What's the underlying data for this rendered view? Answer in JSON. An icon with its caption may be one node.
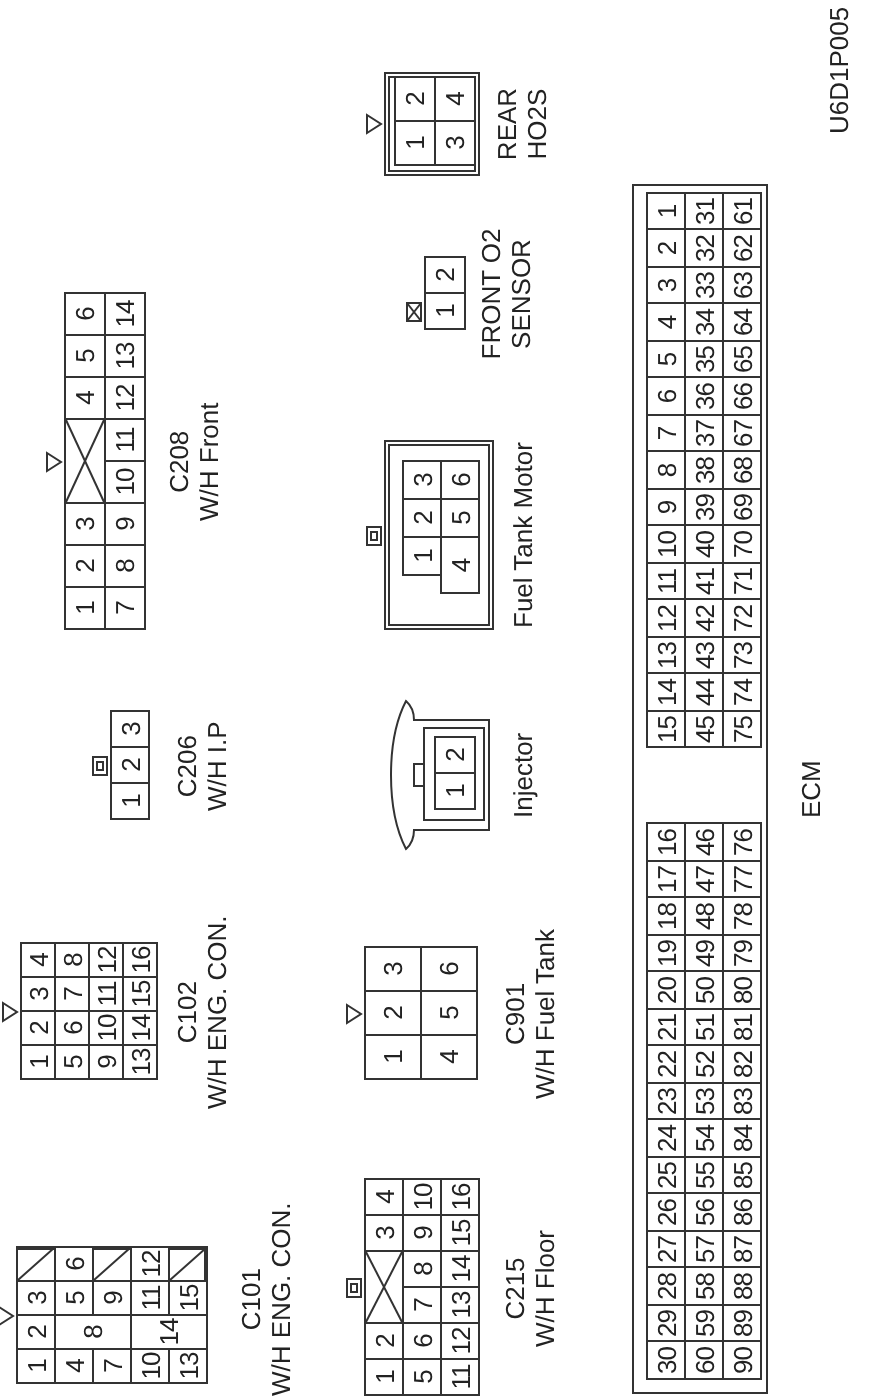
{
  "diagram": {
    "nodes": [
      {
        "text": [
          "C101",
          "W/H ENG. CON."
        ]
      },
      {
        "text": [
          "1"
        ],
        "in": 0
      },
      {
        "text": [
          "2"
        ],
        "in": 0
      },
      {
        "text": [
          "3"
        ],
        "in": 0
      },
      {
        "text": [
          "4"
        ],
        "in": 0
      },
      {
        "text": [
          "5"
        ],
        "in": 0
      },
      {
        "text": [
          "6"
        ],
        "in": 0
      },
      {
        "text": [
          "7"
        ],
        "in": 0
      },
      {
        "text": [
          "8"
        ],
        "in": 0
      },
      {
        "text": [
          "9"
        ],
        "in": 0
      },
      {
        "text": [
          "10"
        ],
        "in": 0
      },
      {
        "text": [
          "11"
        ],
        "in": 0
      },
      {
        "text": [
          "12"
        ],
        "in": 0
      },
      {
        "text": [
          "13"
        ],
        "in": 0
      },
      {
        "text": [
          "14"
        ],
        "in": 0
      },
      {
        "text": [
          "15"
        ],
        "in": 0
      },
      {
        "text": [
          "C102",
          "W/H ENG. CON."
        ]
      },
      {
        "text": [
          "1"
        ],
        "in": 16
      },
      {
        "text": [
          "2"
        ],
        "in": 16
      },
      {
        "text": [
          "3"
        ],
        "in": 16
      },
      {
        "text": [
          "4"
        ],
        "in": 16
      },
      {
        "text": [
          "5"
        ],
        "in": 16
      },
      {
        "text": [
          "6"
        ],
        "in": 16
      },
      {
        "text": [
          "7"
        ],
        "in": 16
      },
      {
        "text": [
          "8"
        ],
        "in": 16
      },
      {
        "text": [
          "9"
        ],
        "in": 16
      },
      {
        "text": [
          "10"
        ],
        "in": 16
      },
      {
        "text": [
          "11"
        ],
        "in": 16
      },
      {
        "text": [
          "12"
        ],
        "in": 16
      },
      {
        "text": [
          "13"
        ],
        "in": 16
      },
      {
        "text": [
          "14"
        ],
        "in": 16
      },
      {
        "text": [
          "15"
        ],
        "in": 16
      },
      {
        "text": [
          "16"
        ],
        "in": 16
      },
      {
        "text": [
          "C206",
          "W/H I.P"
        ]
      },
      {
        "text": [
          "1"
        ],
        "in": 33
      },
      {
        "text": [
          "2"
        ],
        "in": 33
      },
      {
        "text": [
          "3"
        ],
        "in": 33
      },
      {
        "text": [
          "C208",
          "W/H Front"
        ]
      },
      {
        "text": [
          "1"
        ],
        "in": 37
      },
      {
        "text": [
          "2"
        ],
        "in": 37
      },
      {
        "text": [
          "3"
        ],
        "in": 37
      },
      {
        "text": [
          "4"
        ],
        "in": 37
      },
      {
        "text": [
          "5"
        ],
        "in": 37
      },
      {
        "text": [
          "6"
        ],
        "in": 37
      },
      {
        "text": [
          "7"
        ],
        "in": 37
      },
      {
        "text": [
          "8"
        ],
        "in": 37
      },
      {
        "text": [
          "9"
        ],
        "in": 37
      },
      {
        "text": [
          "10"
        ],
        "in": 37
      },
      {
        "text": [
          "11"
        ],
        "in": 37
      },
      {
        "text": [
          "12"
        ],
        "in": 37
      },
      {
        "text": [
          "13"
        ],
        "in": 37
      },
      {
        "text": [
          "14"
        ],
        "in": 37
      },
      {
        "text": [
          "C215",
          "W/H Floor"
        ]
      },
      {
        "text": [
          "1"
        ],
        "in": 52
      },
      {
        "text": [
          "2"
        ],
        "in": 52
      },
      {
        "text": [
          "3"
        ],
        "in": 52
      },
      {
        "text": [
          "4"
        ],
        "in": 52
      },
      {
        "text": [
          "5"
        ],
        "in": 52
      },
      {
        "text": [
          "6"
        ],
        "in": 52
      },
      {
        "text": [
          "7"
        ],
        "in": 52
      },
      {
        "text": [
          "8"
        ],
        "in": 52
      },
      {
        "text": [
          "9"
        ],
        "in": 52
      },
      {
        "text": [
          "10"
        ],
        "in": 52
      },
      {
        "text": [
          "11"
        ],
        "in": 52
      },
      {
        "text": [
          "12"
        ],
        "in": 52
      },
      {
        "text": [
          "13"
        ],
        "in": 52
      },
      {
        "text": [
          "14"
        ],
        "in": 52
      },
      {
        "text": [
          "15"
        ],
        "in": 52
      },
      {
        "text": [
          "16"
        ],
        "in": 52
      },
      {
        "text": [
          "C901",
          "W/H Fuel Tank"
        ]
      },
      {
        "text": [
          "1"
        ],
        "in": 69
      },
      {
        "text": [
          "2"
        ],
        "in": 69
      },
      {
        "text": [
          "3"
        ],
        "in": 69
      },
      {
        "text": [
          "4"
        ],
        "in": 69
      },
      {
        "text": [
          "5"
        ],
        "in": 69
      },
      {
        "text": [
          "6"
        ],
        "in": 69
      },
      {
        "text": [
          "Injector"
        ]
      },
      {
        "text": [
          "1"
        ],
        "in": 76
      },
      {
        "text": [
          "2"
        ],
        "in": 76
      },
      {
        "text": [
          "Fuel Tank Motor"
        ]
      },
      {
        "text": [
          "1"
        ],
        "in": 79
      },
      {
        "text": [
          "2"
        ],
        "in": 79
      },
      {
        "text": [
          "3"
        ],
        "in": 79
      },
      {
        "text": [
          "4"
        ],
        "in": 79
      },
      {
        "text": [
          "5"
        ],
        "in": 79
      },
      {
        "text": [
          "6"
        ],
        "in": 79
      },
      {
        "text": [
          "FRONT O2 SENSOR"
        ]
      },
      {
        "text": [
          "1"
        ],
        "in": 86
      },
      {
        "text": [
          "2"
        ],
        "in": 86
      },
      {
        "text": [
          "REAR HO2S"
        ]
      },
      {
        "text": [
          "1"
        ],
        "in": 89
      },
      {
        "text": [
          "2"
        ],
        "in": 89
      },
      {
        "text": [
          "3"
        ],
        "in": 89
      },
      {
        "text": [
          "4"
        ],
        "in": 89
      },
      {
        "text": [
          "ECM"
        ]
      },
      {
        "text": [
          "30"
        ],
        "in": 94
      },
      {
        "text": [
          "29"
        ],
        "in": 94
      },
      {
        "text": [
          "28"
        ],
        "in": 94
      },
      {
        "text": [
          "27"
        ],
        "in": 94
      },
      {
        "text": [
          "26"
        ],
        "in": 94
      },
      {
        "text": [
          "25"
        ],
        "in": 94
      },
      {
        "text": [
          "24"
        ],
        "in": 94
      },
      {
        "text": [
          "23"
        ],
        "in": 94
      },
      {
        "text": [
          "22"
        ],
        "in": 94
      },
      {
        "text": [
          "21"
        ],
        "in": 94
      },
      {
        "text": [
          "20"
        ],
        "in": 94
      },
      {
        "text": [
          "19"
        ],
        "in": 94
      },
      {
        "text": [
          "18"
        ],
        "in": 94
      },
      {
        "text": [
          "17"
        ],
        "in": 94
      },
      {
        "text": [
          "16"
        ],
        "in": 94
      },
      {
        "text": [
          "15"
        ],
        "in": 94
      },
      {
        "text": [
          "14"
        ],
        "in": 94
      },
      {
        "text": [
          "13"
        ],
        "in": 94
      },
      {
        "text": [
          "12"
        ],
        "in": 94
      },
      {
        "text": [
          "11"
        ],
        "in": 94
      },
      {
        "text": [
          "10"
        ],
        "in": 94
      },
      {
        "text": [
          "9"
        ],
        "in": 94
      },
      {
        "text": [
          "8"
        ],
        "in": 94
      },
      {
        "text": [
          "7"
        ],
        "in": 94
      },
      {
        "text": [
          "6"
        ],
        "in": 94
      },
      {
        "text": [
          "5"
        ],
        "in": 94
      },
      {
        "text": [
          "4"
        ],
        "in": 94
      },
      {
        "text": [
          "3"
        ],
        "in": 94
      },
      {
        "text": [
          "2"
        ],
        "in": 94
      },
      {
        "text": [
          "1"
        ],
        "in": 94
      },
      {
        "text": [
          "60"
        ],
        "in": 94
      },
      {
        "text": [
          "59"
        ],
        "in": 94
      },
      {
        "text": [
          "58"
        ],
        "in": 94
      },
      {
        "text": [
          "57"
        ],
        "in": 94
      },
      {
        "text": [
          "56"
        ],
        "in": 94
      },
      {
        "text": [
          "55"
        ],
        "in": 94
      },
      {
        "text": [
          "54"
        ],
        "in": 94
      },
      {
        "text": [
          "53"
        ],
        "in": 94
      },
      {
        "text": [
          "52"
        ],
        "in": 94
      },
      {
        "text": [
          "51"
        ],
        "in": 94
      },
      {
        "text": [
          "50"
        ],
        "in": 94
      },
      {
        "text": [
          "49"
        ],
        "in": 94
      },
      {
        "text": [
          "48"
        ],
        "in": 94
      },
      {
        "text": [
          "47"
        ],
        "in": 94
      },
      {
        "text": [
          "46"
        ],
        "in": 94
      },
      {
        "text": [
          "45"
        ],
        "in": 94
      },
      {
        "text": [
          "44"
        ],
        "in": 94
      },
      {
        "text": [
          "43"
        ],
        "in": 94
      },
      {
        "text": [
          "42"
        ],
        "in": 94
      },
      {
        "text": [
          "41"
        ],
        "in": 94
      },
      {
        "text": [
          "40"
        ],
        "in": 94
      },
      {
        "text": [
          "39"
        ],
        "in": 94
      },
      {
        "text": [
          "38"
        ],
        "in": 94
      },
      {
        "text": [
          "37"
        ],
        "in": 94
      },
      {
        "text": [
          "36"
        ],
        "in": 94
      },
      {
        "text": [
          "35"
        ],
        "in": 94
      },
      {
        "text": [
          "34"
        ],
        "in": 94
      },
      {
        "text": [
          "33"
        ],
        "in": 94
      },
      {
        "text": [
          "32"
        ],
        "in": 94
      },
      {
        "text": [
          "31"
        ],
        "in": 94
      },
      {
        "text": [
          "90"
        ],
        "in": 94
      },
      {
        "text": [
          "89"
        ],
        "in": 94
      },
      {
        "text": [
          "88"
        ],
        "in": 94
      },
      {
        "text": [
          "87"
        ],
        "in": 94
      },
      {
        "text": [
          "86"
        ],
        "in": 94
      },
      {
        "text": [
          "85"
        ],
        "in": 94
      },
      {
        "text": [
          "84"
        ],
        "in": 94
      },
      {
        "text": [
          "83"
        ],
        "in": 94
      },
      {
        "text": [
          "82"
        ],
        "in": 94
      },
      {
        "text": [
          "81"
        ],
        "in": 94
      },
      {
        "text": [
          "80"
        ],
        "in": 94
      },
      {
        "text": [
          "79"
        ],
        "in": 94
      },
      {
        "text": [
          "78"
        ],
        "in": 94
      },
      {
        "text": [
          "77"
        ],
        "in": 94
      },
      {
        "text": [
          "76"
        ],
        "in": 94
      },
      {
        "text": [
          "75"
        ],
        "in": 94
      },
      {
        "text": [
          "74"
        ],
        "in": 94
      },
      {
        "text": [
          "73"
        ],
        "in": 94
      },
      {
        "text": [
          "72"
        ],
        "in": 94
      },
      {
        "text": [
          "71"
        ],
        "in": 94
      },
      {
        "text": [
          "70"
        ],
        "in": 94
      },
      {
        "text": [
          "69"
        ],
        "in": 94
      },
      {
        "text": [
          "68"
        ],
        "in": 94
      },
      {
        "text": [
          "67"
        ],
        "in": 94
      },
      {
        "text": [
          "66"
        ],
        "in": 94
      },
      {
        "text": [
          "65"
        ],
        "in": 94
      },
      {
        "text": [
          "64"
        ],
        "in": 94
      },
      {
        "text": [
          "63"
        ],
        "in": 94
      },
      {
        "text": [
          "62"
        ],
        "in": 94
      },
      {
        "text": [
          "61"
        ],
        "in": 94
      }
    ],
    "labels": [
      "U6D1P005"
    ]
  }
}
